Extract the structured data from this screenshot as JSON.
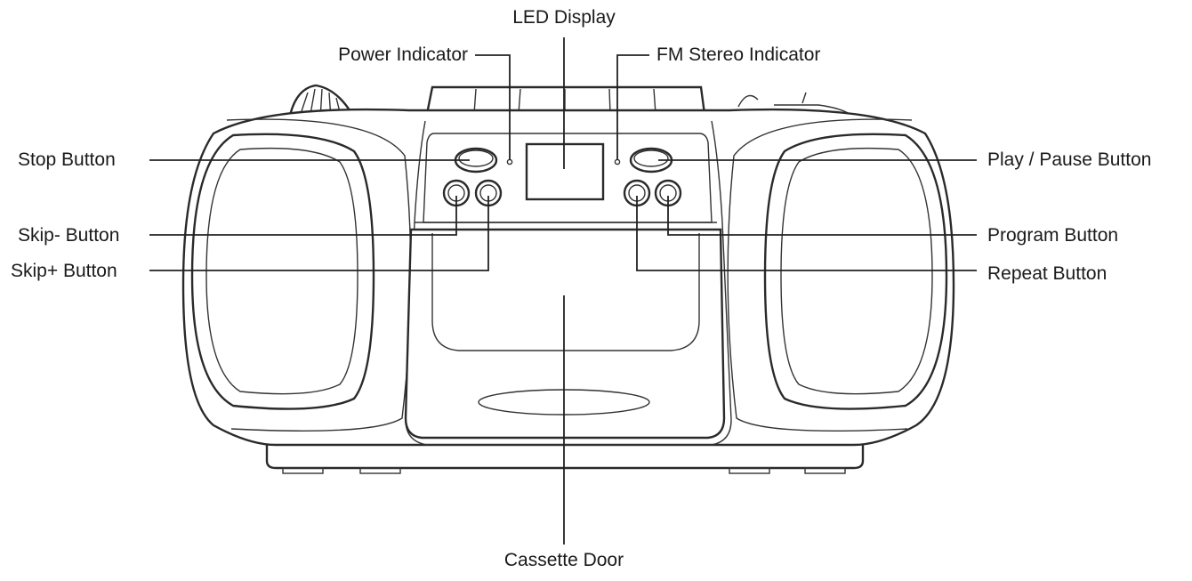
{
  "labels": {
    "led_display": "LED Display",
    "power_indicator": "Power Indicator",
    "fm_stereo_indicator": "FM Stereo Indicator",
    "stop_button": "Stop Button",
    "play_pause_button": "Play / Pause Button",
    "skip_minus_button": "Skip- Button",
    "skip_plus_button": "Skip+ Button",
    "program_button": "Program Button",
    "repeat_button": "Repeat Button",
    "cassette_door": "Cassette Door"
  }
}
